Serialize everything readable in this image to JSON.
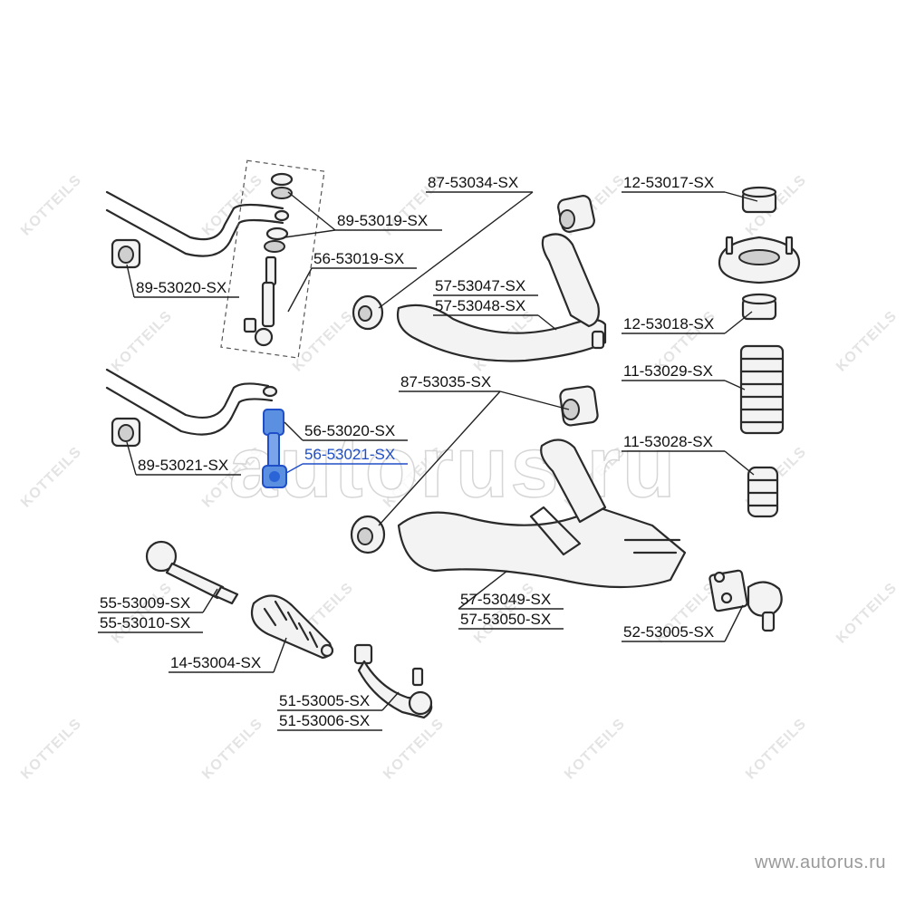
{
  "watermark": {
    "brand_text": "KOTTEILS",
    "center_text": "autorus.ru",
    "site_url": "www.autorus.ru"
  },
  "parts": [
    {
      "id": "p1",
      "label": "87-53034-SX",
      "highlight": false
    },
    {
      "id": "p2",
      "label": "12-53017-SX",
      "highlight": false
    },
    {
      "id": "p3",
      "label": "89-53019-SX",
      "highlight": false
    },
    {
      "id": "p4",
      "label": "56-53019-SX",
      "highlight": false
    },
    {
      "id": "p5",
      "label": "89-53020-SX",
      "highlight": false
    },
    {
      "id": "p6",
      "label": "57-53047-SX",
      "highlight": false
    },
    {
      "id": "p7",
      "label": "57-53048-SX",
      "highlight": false
    },
    {
      "id": "p8",
      "label": "12-53018-SX",
      "highlight": false
    },
    {
      "id": "p9",
      "label": "11-53029-SX",
      "highlight": false
    },
    {
      "id": "p10",
      "label": "87-53035-SX",
      "highlight": false
    },
    {
      "id": "p11",
      "label": "56-53020-SX",
      "highlight": false
    },
    {
      "id": "p12",
      "label": "56-53021-SX",
      "highlight": true
    },
    {
      "id": "p13",
      "label": "11-53028-SX",
      "highlight": false
    },
    {
      "id": "p14",
      "label": "89-53021-SX",
      "highlight": false
    },
    {
      "id": "p15",
      "label": "55-53009-SX",
      "highlight": false
    },
    {
      "id": "p16",
      "label": "55-53010-SX",
      "highlight": false
    },
    {
      "id": "p17",
      "label": "57-53049-SX",
      "highlight": false
    },
    {
      "id": "p18",
      "label": "57-53050-SX",
      "highlight": false
    },
    {
      "id": "p19",
      "label": "52-53005-SX",
      "highlight": false
    },
    {
      "id": "p20",
      "label": "14-53004-SX",
      "highlight": false
    },
    {
      "id": "p21",
      "label": "51-53005-SX",
      "highlight": false
    },
    {
      "id": "p22",
      "label": "51-53006-SX",
      "highlight": false
    }
  ],
  "colors": {
    "highlight": "#1e4ec8",
    "ink": "#111111",
    "watermark": "#e4e4e4"
  }
}
